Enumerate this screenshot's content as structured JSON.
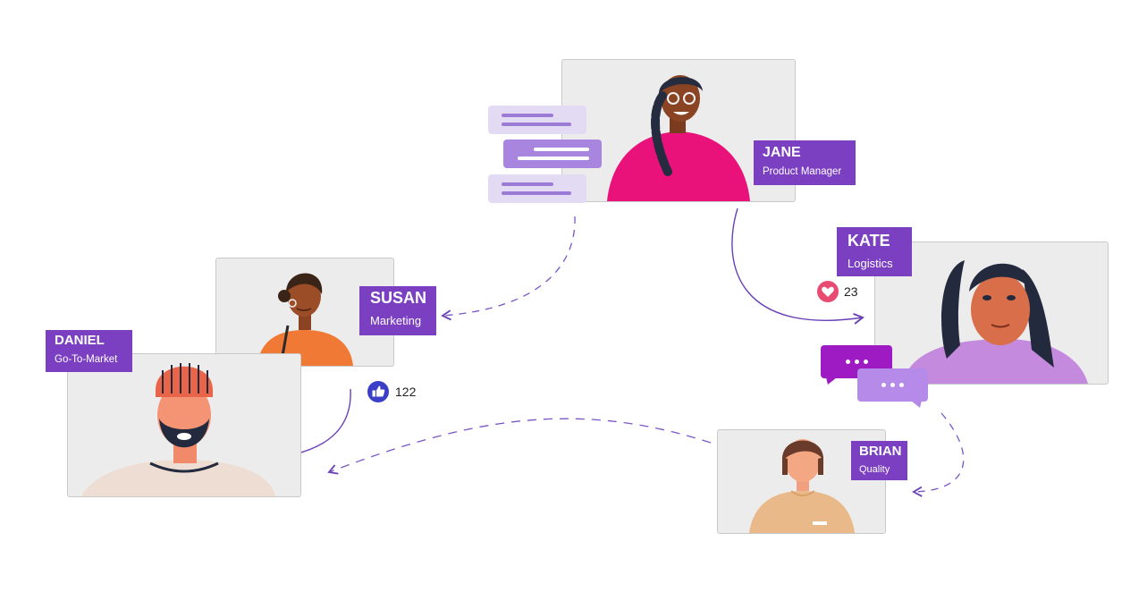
{
  "people": {
    "jane": {
      "name": "JANE",
      "role": "Product Manager"
    },
    "kate": {
      "name": "KATE",
      "role": "Logistics"
    },
    "susan": {
      "name": "SUSAN",
      "role": "Marketing"
    },
    "daniel": {
      "name": "DANIEL",
      "role": "Go-To-Market"
    },
    "brian": {
      "name": "BRIAN",
      "role": "Quality"
    }
  },
  "reactions": {
    "kate_hearts": "23",
    "susan_likes": "122"
  },
  "icons": {
    "heart": "heart-icon",
    "like": "thumbs-up-icon",
    "typing": "typing-dots-icon",
    "chat": "chat-lines-icon"
  },
  "colors": {
    "tag": "#7b3fc2",
    "accent": "#6a3fb5",
    "heart": "#e84a72",
    "like": "#3b3fc7",
    "bubble_dark": "#9e1bc4",
    "bubble_light": "#b58ae8",
    "card_bg": "#ececec"
  }
}
